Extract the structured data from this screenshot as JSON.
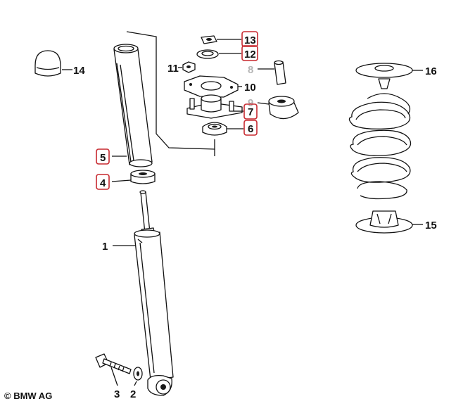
{
  "copyright": "© BMW AG",
  "parts": {
    "p1": "1",
    "p2": "2",
    "p3": "3",
    "p4": "4",
    "p5": "5",
    "p6": "6",
    "p7": "7",
    "p8": "8",
    "p9": "9",
    "p10": "10",
    "p11": "11",
    "p12": "12",
    "p13": "13",
    "p14": "14",
    "p15": "15",
    "p16": "16"
  },
  "highlight_color": "#c7282f",
  "highlighted_parts": [
    "4",
    "5",
    "6",
    "7",
    "12",
    "13"
  ],
  "faded_parts": [
    "8",
    "9"
  ]
}
